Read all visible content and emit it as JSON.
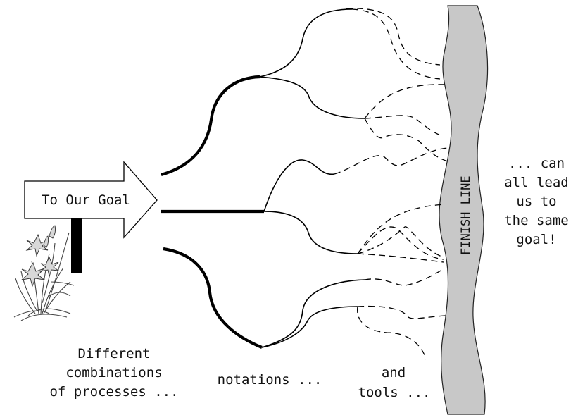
{
  "diagram": {
    "signpost": {
      "text": "To Our Goal"
    },
    "finish_line": {
      "text": "FINISH LINE",
      "fill_color": "#c8c8c8"
    },
    "captions": {
      "processes": [
        "Different",
        "combinations",
        "of processes ..."
      ],
      "notations": "notations ...",
      "tools": [
        "and",
        "tools ..."
      ],
      "goal": [
        "... can",
        "all lead",
        "us to",
        "the same",
        "goal!"
      ]
    },
    "stages": [
      {
        "name": "processes",
        "style": "thick",
        "branches": 3
      },
      {
        "name": "notations",
        "style": "thin",
        "branches": 6
      },
      {
        "name": "tools",
        "style": "dashed",
        "branches": 13
      }
    ],
    "icons": [
      "arrow-sign-icon",
      "flower-icon"
    ]
  }
}
